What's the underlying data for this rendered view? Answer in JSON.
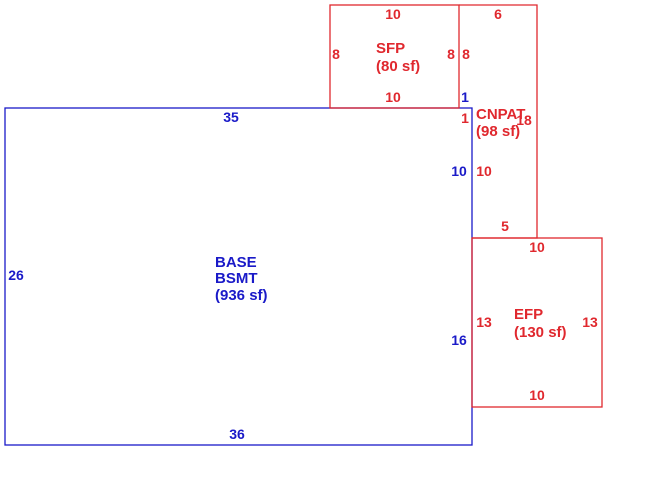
{
  "colors": {
    "base": "#1a1ac8",
    "addition": "#e0282e"
  },
  "areas": [
    {
      "id": "base",
      "color": "base",
      "name_lines": [
        "BASE",
        "BSMT",
        "(936 sf)"
      ],
      "dims": {
        "top": "35",
        "bottom": "36",
        "left": "26",
        "right_upper": "10",
        "right_lower": "16",
        "right_jog": "1"
      }
    },
    {
      "id": "sfp",
      "color": "addition",
      "name_lines": [
        "SFP",
        "(80 sf)"
      ],
      "dims": {
        "top": "10",
        "bottom": "10",
        "left": "8",
        "right": "8"
      }
    },
    {
      "id": "cnpat",
      "color": "addition",
      "name_lines": [
        "CNPAT",
        "(98 sf)"
      ],
      "dims": {
        "top": "6",
        "left_upper": "8",
        "left_jog": "1",
        "left_lower": "10",
        "right": "18",
        "bottom": "5"
      }
    },
    {
      "id": "efp",
      "color": "addition",
      "name_lines": [
        "EFP",
        "(130 sf)"
      ],
      "dims": {
        "top": "10",
        "bottom": "10",
        "left": "13",
        "right": "13"
      }
    }
  ]
}
